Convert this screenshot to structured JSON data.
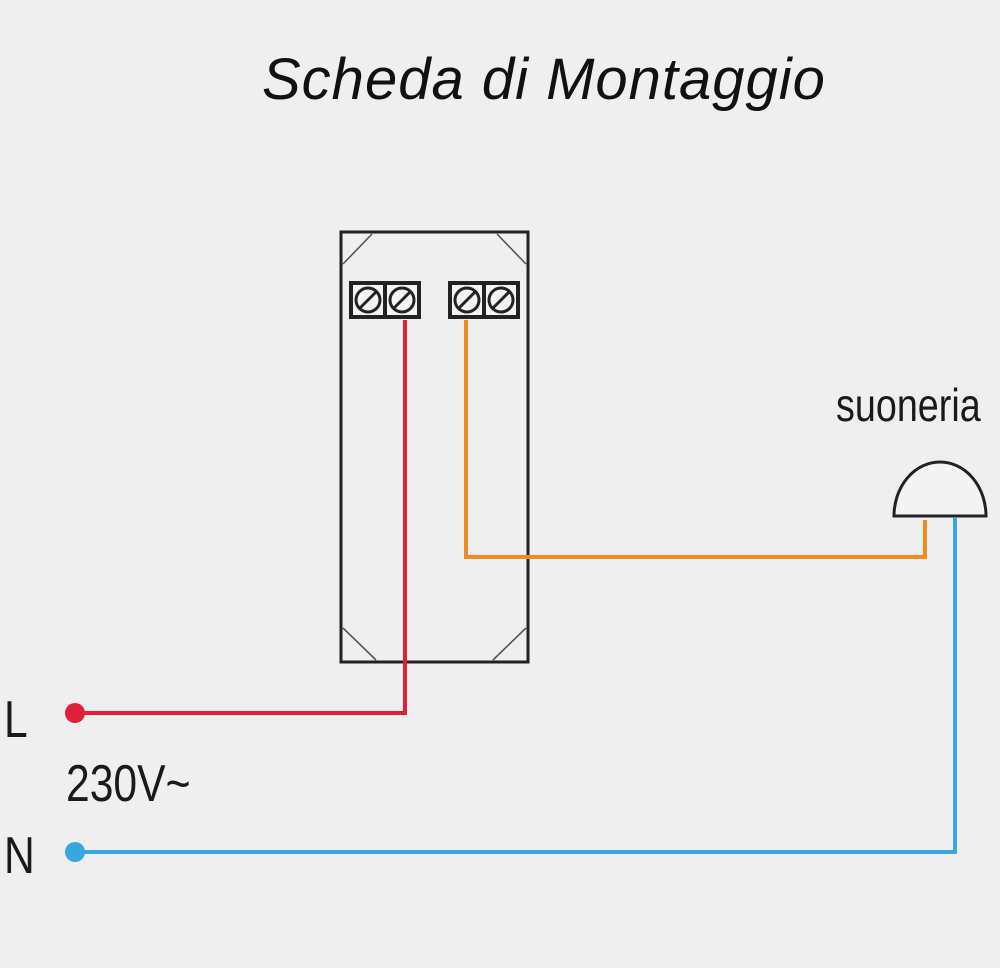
{
  "title": "Scheda di Montaggio",
  "bell_label": "suoneria",
  "supply": {
    "line_label": "L",
    "voltage_label": "230V~",
    "neutral_label": "N"
  },
  "colors": {
    "line_wire": "#e0203a",
    "switch_wire": "#f08a24",
    "neutral_wire": "#3aa6e0",
    "device_outline": "#222222",
    "background": "#efefef"
  },
  "device": {
    "terminal_count": 4
  }
}
